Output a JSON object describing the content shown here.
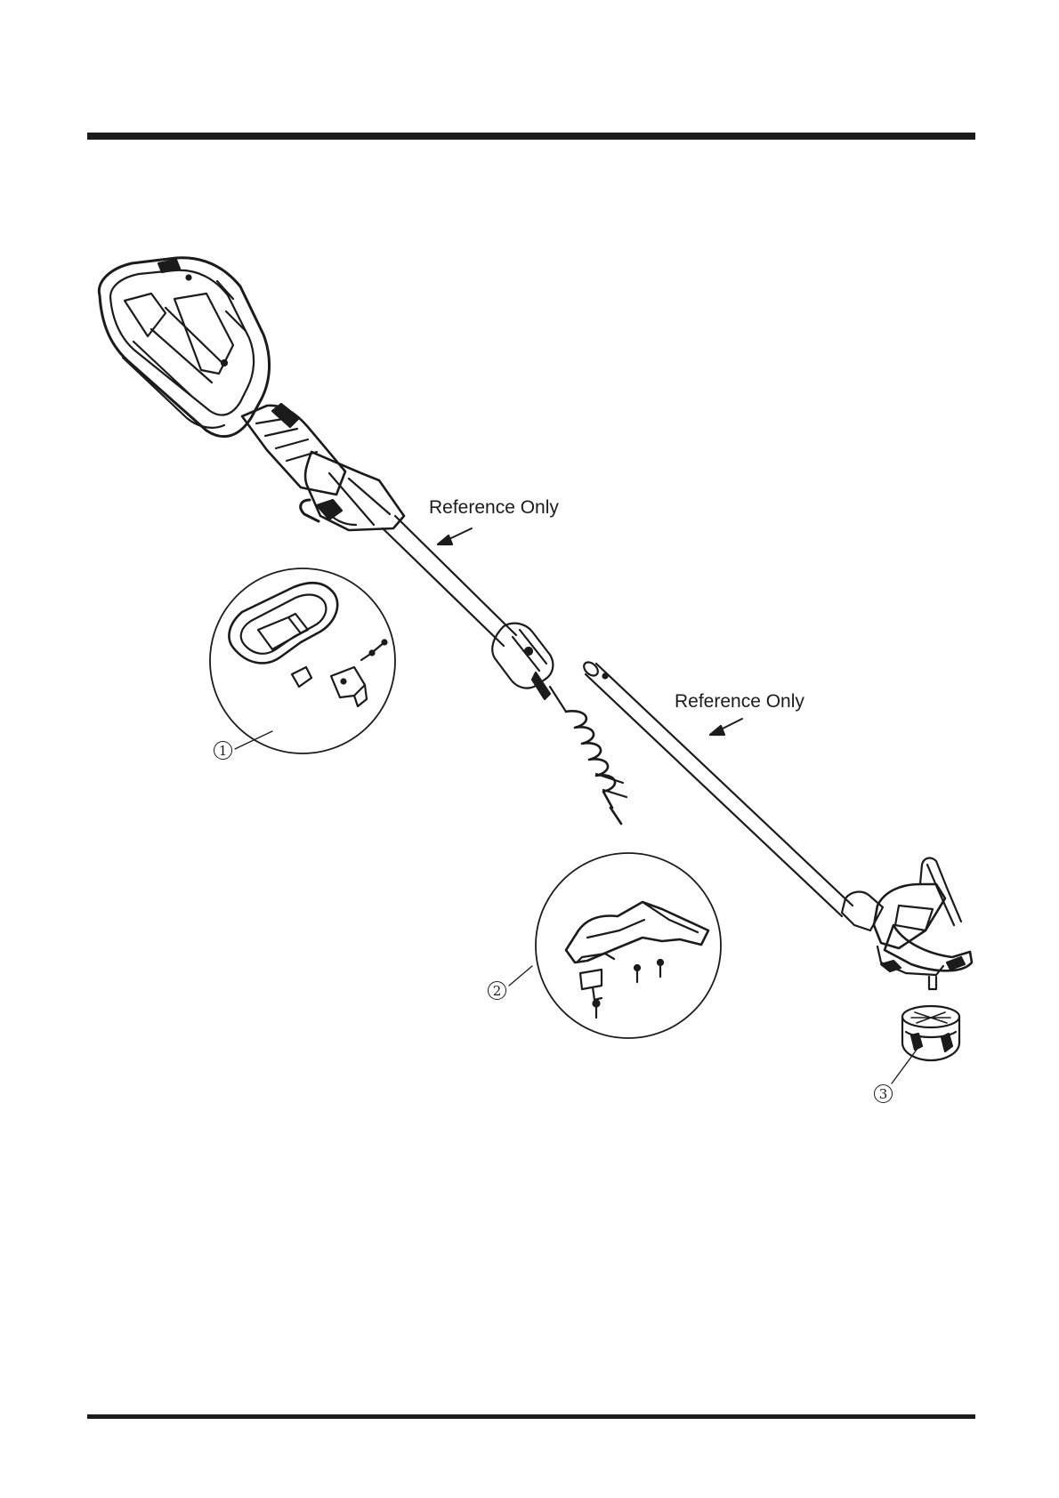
{
  "labels": {
    "reference_1": "Reference Only",
    "reference_2": "Reference Only"
  },
  "callouts": {
    "c1": "1",
    "c2": "2",
    "c3": "3"
  },
  "colors": {
    "ink": "#1b1b1b",
    "paper": "#ffffff"
  }
}
